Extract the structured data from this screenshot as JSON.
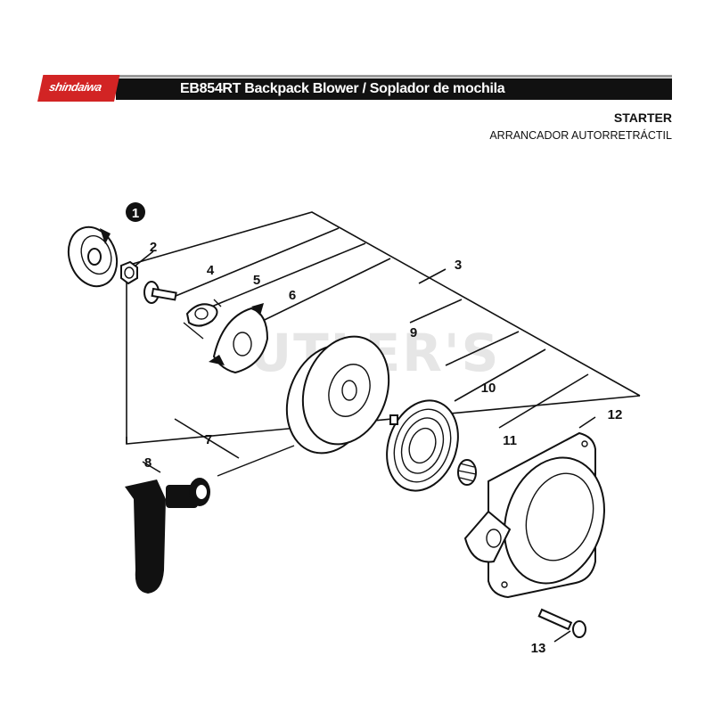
{
  "header": {
    "brand": "shindaiwa",
    "title": "EB854RT Backpack Blower / Soplador de mochila"
  },
  "section": {
    "title": "STARTER",
    "subtitle": "ARRANCADOR AUTORRETRÁCTIL"
  },
  "watermark": "UTLER'S",
  "callouts": {
    "c1": "1",
    "c2": "2",
    "c3": "3",
    "c4": "4",
    "c5": "5",
    "c6": "6",
    "c7": "7",
    "c8": "8",
    "c9": "9",
    "c10": "10",
    "c11": "11",
    "c12": "12",
    "c13": "13"
  },
  "colors": {
    "brand_red": "#d22424",
    "header_bar": "#111111",
    "watermark": "#e6e6e6"
  }
}
